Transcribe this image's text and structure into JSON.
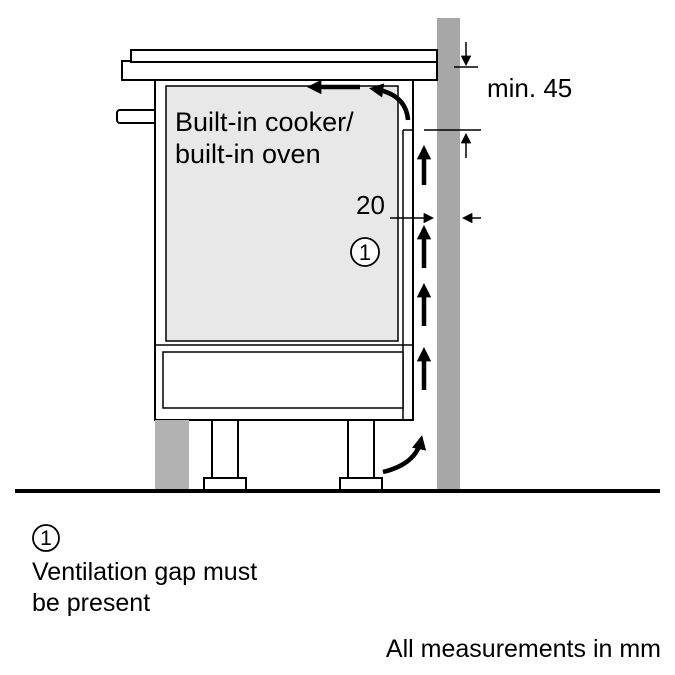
{
  "diagram": {
    "oven_label": {
      "line1": "Built-in cooker/",
      "line2": "built-in oven"
    },
    "dimensions": {
      "top_clearance": "min. 45",
      "rear_gap": "20"
    },
    "callout": {
      "number": "1"
    }
  },
  "legend": {
    "number": "1",
    "line1": "Ventilation gap must",
    "line2": "be present"
  },
  "footer": {
    "note": "All measurements in mm"
  },
  "colors": {
    "line": "#000000",
    "oven_fill": "#e8e8e8",
    "wall_fill": "#a7a7a7",
    "plinth_fill": "#b2b2b2"
  }
}
